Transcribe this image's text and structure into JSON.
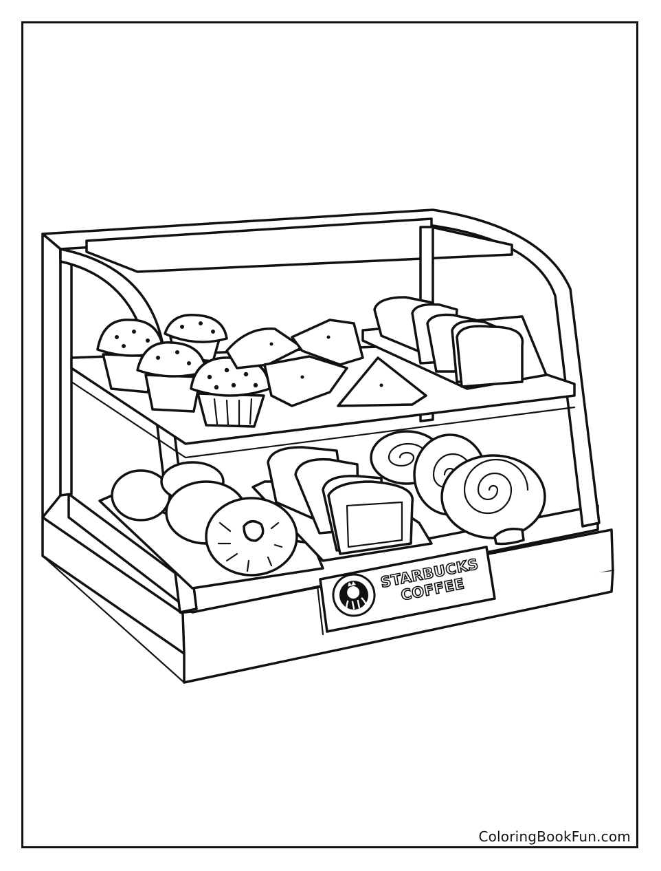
{
  "sign": {
    "line1": "STARBUCKS",
    "line2": "COFFEE",
    "logo_icon": "siren-logo-icon"
  },
  "credit": {
    "text": "ColoringBookFun.com"
  },
  "colors": {
    "ink": "#111111",
    "paper": "#ffffff"
  }
}
